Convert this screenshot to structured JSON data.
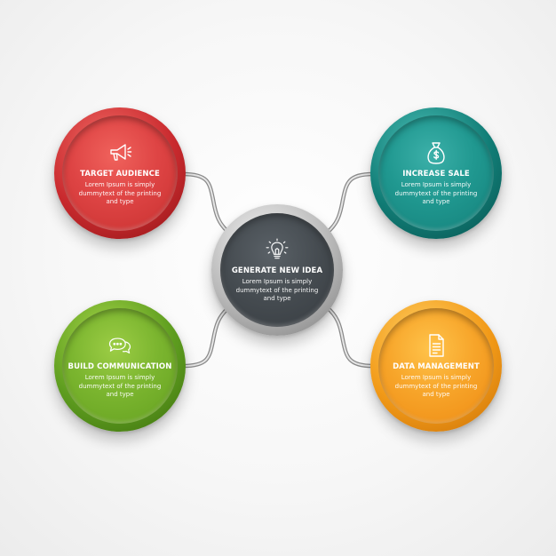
{
  "nodes": {
    "center": {
      "title": "GENERATE NEW IDEA",
      "desc": "Lorem Ipsum is simply dummytext of the printing and type",
      "icon": "lightbulb-icon"
    },
    "top_left": {
      "title": "TARGET AUDIENCE",
      "desc": "Lorem Ipsum is simply dummytext of the printing and type",
      "icon": "megaphone-icon",
      "color": "#de4444"
    },
    "top_right": {
      "title": "INCREASE SALE",
      "desc": "Lorem Ipsum is simply dummytext of the printing and type",
      "icon": "money-bag-icon",
      "color": "#209890"
    },
    "bottom_left": {
      "title": "BUILD COMMUNICATION",
      "desc": "Lorem Ipsum is simply dummytext of the printing and type",
      "icon": "chat-bubbles-icon",
      "color": "#7bb52f"
    },
    "bottom_right": {
      "title": "DATA MANAGEMENT",
      "desc": "Lorem Ipsum is simply dummytext of the printing and type",
      "icon": "document-icon",
      "color": "#f7a52a"
    }
  }
}
